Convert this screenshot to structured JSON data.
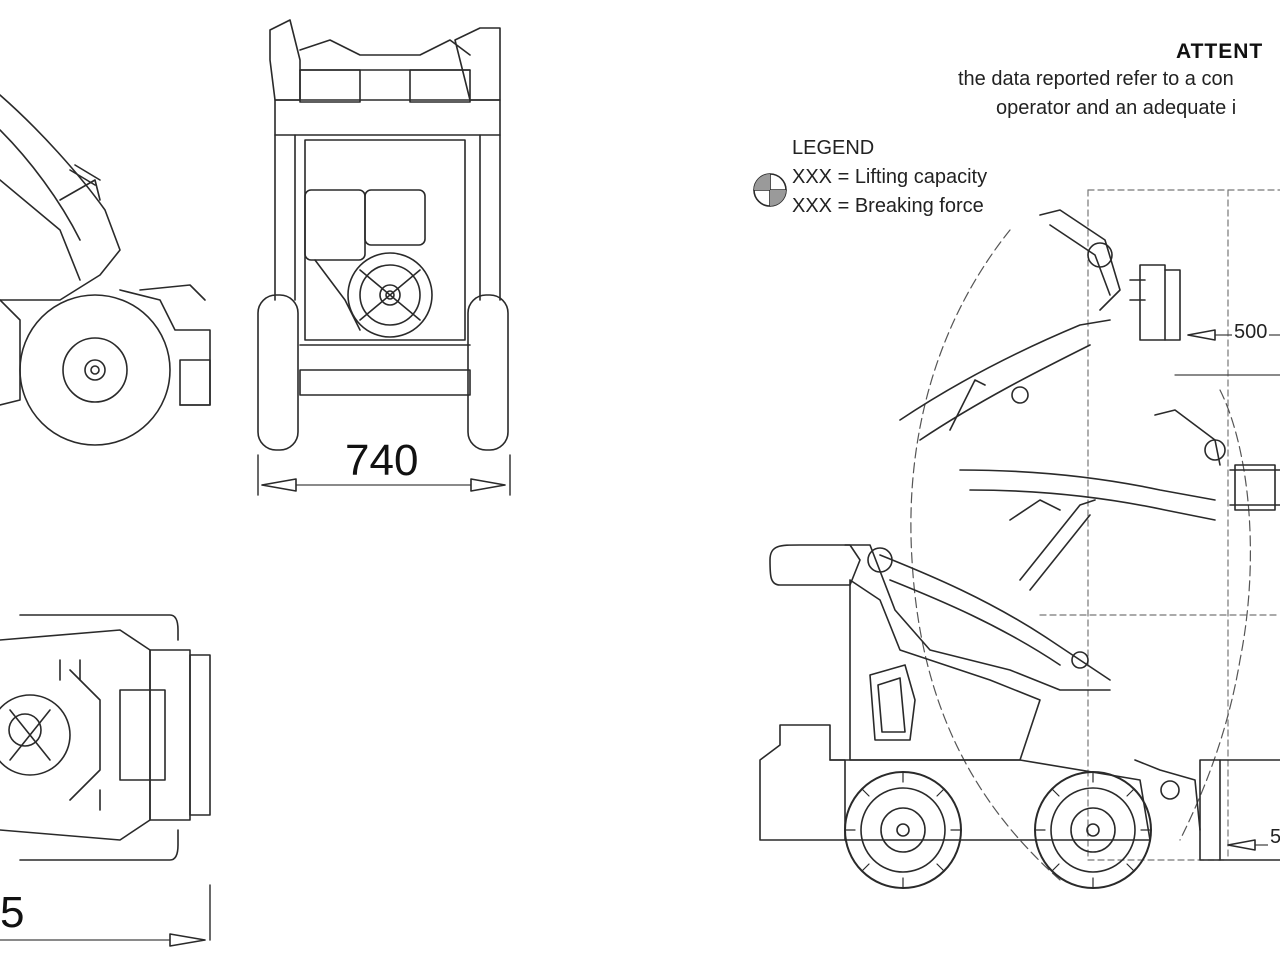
{
  "dimensions": {
    "front_width": "740",
    "top_length_fragment": "5",
    "reach_upper": "500",
    "reach_lower_fragment": "5"
  },
  "attention": {
    "title": "ATTENT",
    "line1": "the data reported refer to a con",
    "line2": "operator and an adequate i"
  },
  "legend": {
    "title": "LEGEND",
    "lifting": "XXX = Lifting capacity",
    "breaking": "XXX = Breaking force"
  },
  "colors": {
    "line": "#2a2a2a",
    "light_line": "#777777",
    "background": "#ffffff"
  }
}
